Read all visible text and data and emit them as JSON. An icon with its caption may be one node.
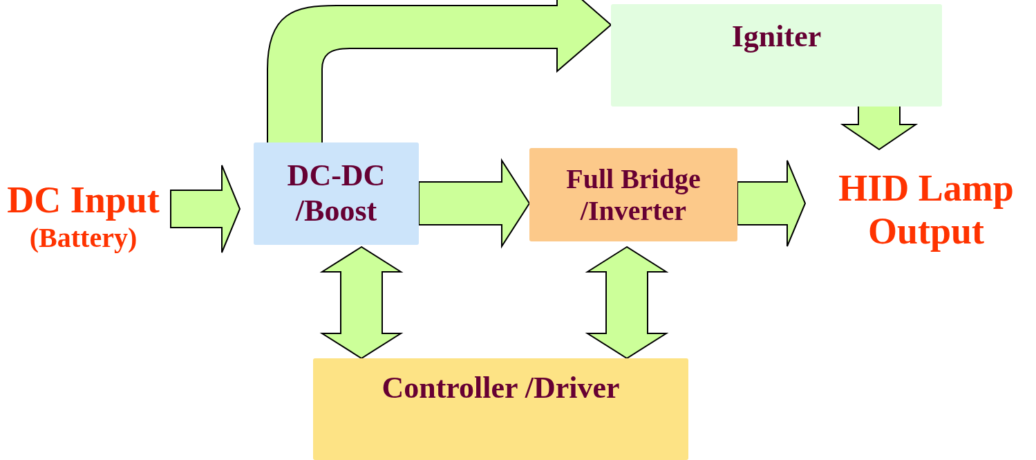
{
  "diagram": {
    "nodes": [
      {
        "text": [
          "DC Input",
          "(Battery)"
        ]
      },
      {
        "text": [
          "DC-DC /Boost"
        ]
      },
      {
        "text": [
          "Igniter"
        ]
      },
      {
        "text": [
          "Full Bridge /Inverter"
        ]
      },
      {
        "text": [
          "HID Lamp Output"
        ]
      },
      {
        "text": [
          "Controller /Driver"
        ]
      }
    ],
    "edges": [
      {
        "from": 0,
        "to": 1,
        "arrow": "to"
      },
      {
        "from": 1,
        "to": 2,
        "arrow": "to"
      },
      {
        "from": 1,
        "to": 3,
        "arrow": "to"
      },
      {
        "from": 2,
        "to": 4,
        "arrow": "to"
      },
      {
        "from": 3,
        "to": 4,
        "arrow": "to"
      },
      {
        "from": 1,
        "to": 5,
        "arrow": "both"
      },
      {
        "from": 3,
        "to": 5,
        "arrow": "both"
      }
    ]
  }
}
